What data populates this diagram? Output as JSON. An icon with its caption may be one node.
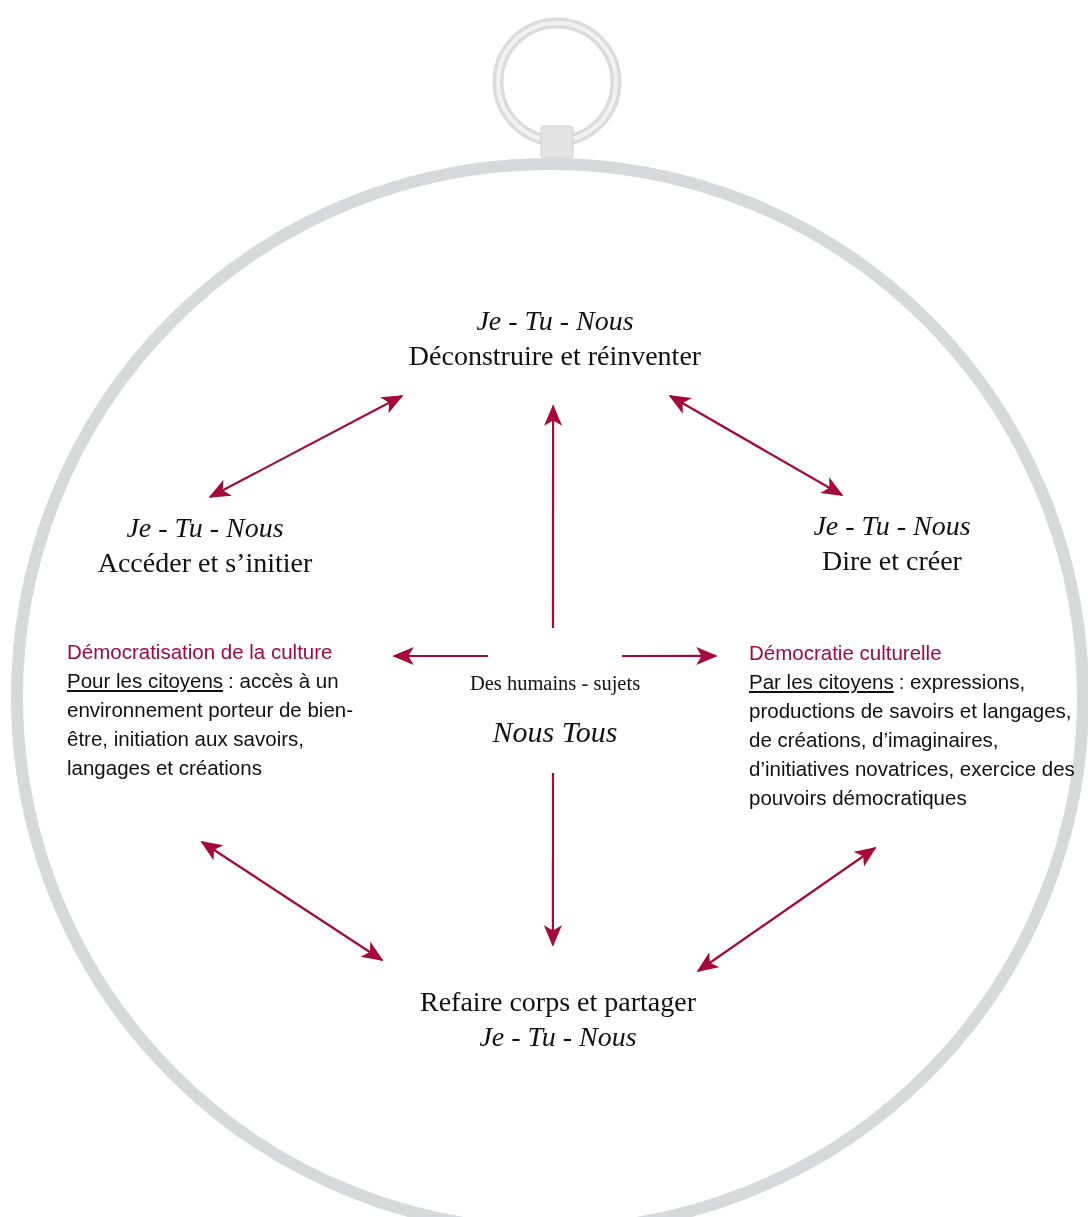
{
  "diagram": {
    "nodes": [
      {
        "text": [
          "Je - Tu - Nous",
          "Déconstruire et réinventer"
        ]
      },
      {
        "text": [
          "Je - Tu - Nous",
          "Accéder et s’initier"
        ]
      },
      {
        "text": [
          "Je - Tu - Nous",
          "Dire et créer"
        ]
      },
      {
        "text": [
          "Démocratisation de la culture",
          "Pour les citoyens",
          ": accès à un environnement porteur de bien-être, initiation aux savoirs, langages et créations"
        ]
      },
      {
        "text": [
          "Des humains - sujets",
          "Nous Tous"
        ]
      },
      {
        "text": [
          "Démocratie culturelle",
          "Par les citoyens",
          ": expressions, productions de savoirs et langages, de créations, d’imaginaires, d’initiatives novatrices, exercice des pouvoirs démocratiques"
        ]
      },
      {
        "text": [
          "Refaire corps et partager",
          "Je - Tu - Nous"
        ]
      }
    ],
    "edges": [
      {
        "from": 4,
        "to": 0,
        "arrow": "to"
      },
      {
        "from": 4,
        "to": 3,
        "arrow": "to"
      },
      {
        "from": 4,
        "to": 5,
        "arrow": "to"
      },
      {
        "from": 4,
        "to": 6,
        "arrow": "to"
      },
      {
        "from": 1,
        "to": 0,
        "arrow": "both"
      },
      {
        "from": 0,
        "to": 2,
        "arrow": "both"
      },
      {
        "from": 3,
        "to": 6,
        "arrow": "both"
      },
      {
        "from": 5,
        "to": 6,
        "arrow": "both"
      }
    ]
  }
}
